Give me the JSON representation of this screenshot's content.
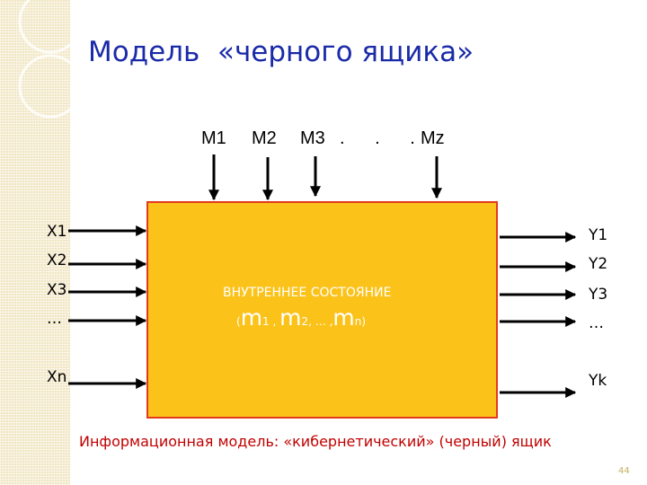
{
  "title": "Модель  «черного ящика»",
  "params": [
    "M1",
    "M2",
    "M3",
    "Mz"
  ],
  "params_ellipsis": ". . .",
  "inputs": [
    "X1",
    "X2",
    "X3",
    "…",
    "Xn"
  ],
  "outputs": [
    "Y1",
    "Y2",
    "Y3",
    "…",
    "Yk"
  ],
  "box": {
    "state_label": "ВНУТРЕННЕЕ СОСТОЯНИЕ",
    "state_vars": {
      "open": "(",
      "m1": "m",
      "m1_sub": "1",
      "sep1": " , ",
      "m2": "m",
      "m2_sub": "2",
      "mid": ", … ,",
      "mn": "m",
      "mn_sub": "n",
      "close": ")"
    }
  },
  "caption": "Информационная модель: «кибернетический» (черный) ящик",
  "page_number": "44",
  "colors": {
    "box_fill": "#fbc21a",
    "box_border": "#e23a1e",
    "title": "#1a2aa8",
    "caption": "#c00000",
    "arrow": "#000000"
  }
}
